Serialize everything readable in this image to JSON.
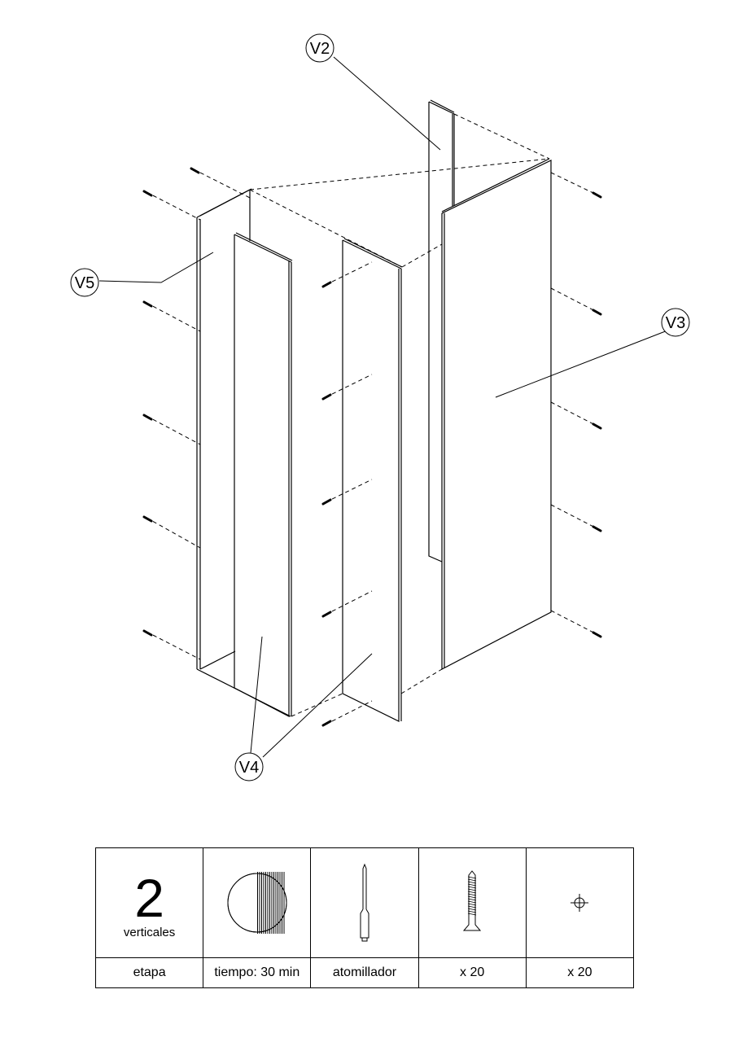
{
  "diagram": {
    "type": "assembly-instruction",
    "view": "isometric exploded",
    "callouts": [
      {
        "id": "V2",
        "label": "V2"
      },
      {
        "id": "V3",
        "label": "V3"
      },
      {
        "id": "V4",
        "label": "V4"
      },
      {
        "id": "V5",
        "label": "V5"
      }
    ],
    "screws_in_diagram": 20
  },
  "legend": {
    "stage": {
      "number": "2",
      "name": "verticales",
      "label": "etapa"
    },
    "time": {
      "icon": "clock-half-icon",
      "label": "tiempo: 30 min"
    },
    "tool": {
      "icon": "screwdriver-icon",
      "label": "atomillador"
    },
    "screw": {
      "icon": "screw-icon",
      "label": "x 20"
    },
    "hole": {
      "icon": "crosshair-hole-icon",
      "label": "x 20"
    }
  }
}
